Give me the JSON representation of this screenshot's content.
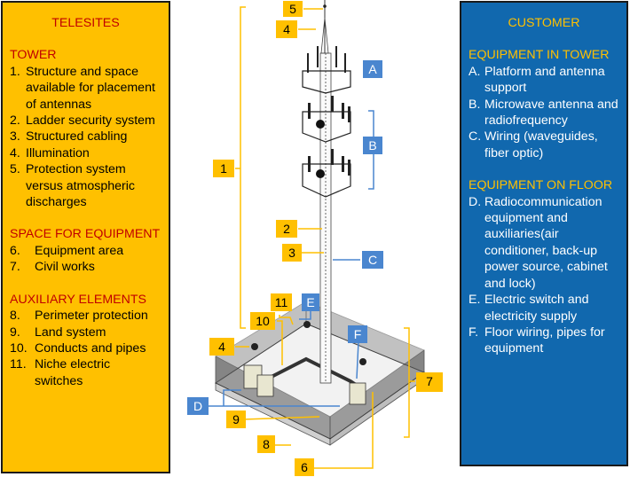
{
  "left_panel": {
    "title": "TELESITES",
    "sections": [
      {
        "heading": "TOWER",
        "items": [
          {
            "num": "1.",
            "text": "Structure and space available for placement of antennas"
          },
          {
            "num": "2.",
            "text": "Ladder security system"
          },
          {
            "num": "3.",
            "text": "Structured cabling"
          },
          {
            "num": "4.",
            "text": "Illumination"
          },
          {
            "num": "5.",
            "text": "Protection system versus atmospheric discharges"
          }
        ]
      },
      {
        "heading": "SPACE FOR EQUIPMENT",
        "items": [
          {
            "num": "6.",
            "text": "Equipment area"
          },
          {
            "num": "7.",
            "text": "Civil works"
          }
        ]
      },
      {
        "heading": "AUXILIARY ELEMENTS",
        "items": [
          {
            "num": "8.",
            "text": "Perimeter protection"
          },
          {
            "num": "9.",
            "text": "Land system"
          },
          {
            "num": "10.",
            "text": "Conducts and pipes"
          },
          {
            "num": "11.",
            "text": "Niche electric switches"
          }
        ]
      }
    ]
  },
  "right_panel": {
    "title": "CUSTOMER",
    "sections": [
      {
        "heading": "EQUIPMENT IN TOWER",
        "items": [
          {
            "num": "A.",
            "text": "Platform and antenna support"
          },
          {
            "num": "B.",
            "text": "Microwave antenna and radiofrequency"
          },
          {
            "num": "C.",
            "text": "Wiring (waveguides, fiber optic)"
          }
        ]
      },
      {
        "heading": "EQUIPMENT ON FLOOR",
        "items": [
          {
            "num": "D.",
            "text": "Radiocommunication equipment and auxiliaries(air conditioner, back-up power source, cabinet and lock)"
          },
          {
            "num": "E.",
            "text": "Electric switch and electricity supply"
          },
          {
            "num": "F.",
            "text": "Floor wiring, pipes for equipment"
          }
        ]
      }
    ]
  },
  "diagram": {
    "callouts_telesites": [
      "1",
      "2",
      "3",
      "4",
      "4",
      "5",
      "6",
      "7",
      "8",
      "9",
      "10",
      "11"
    ],
    "callouts_customer": [
      "A",
      "B",
      "C",
      "D",
      "E",
      "F"
    ],
    "colors": {
      "telesites": "#ffc000",
      "customer": "#4a86cf",
      "customer_panel": "#1168ae",
      "heading_red": "#c00000"
    }
  }
}
